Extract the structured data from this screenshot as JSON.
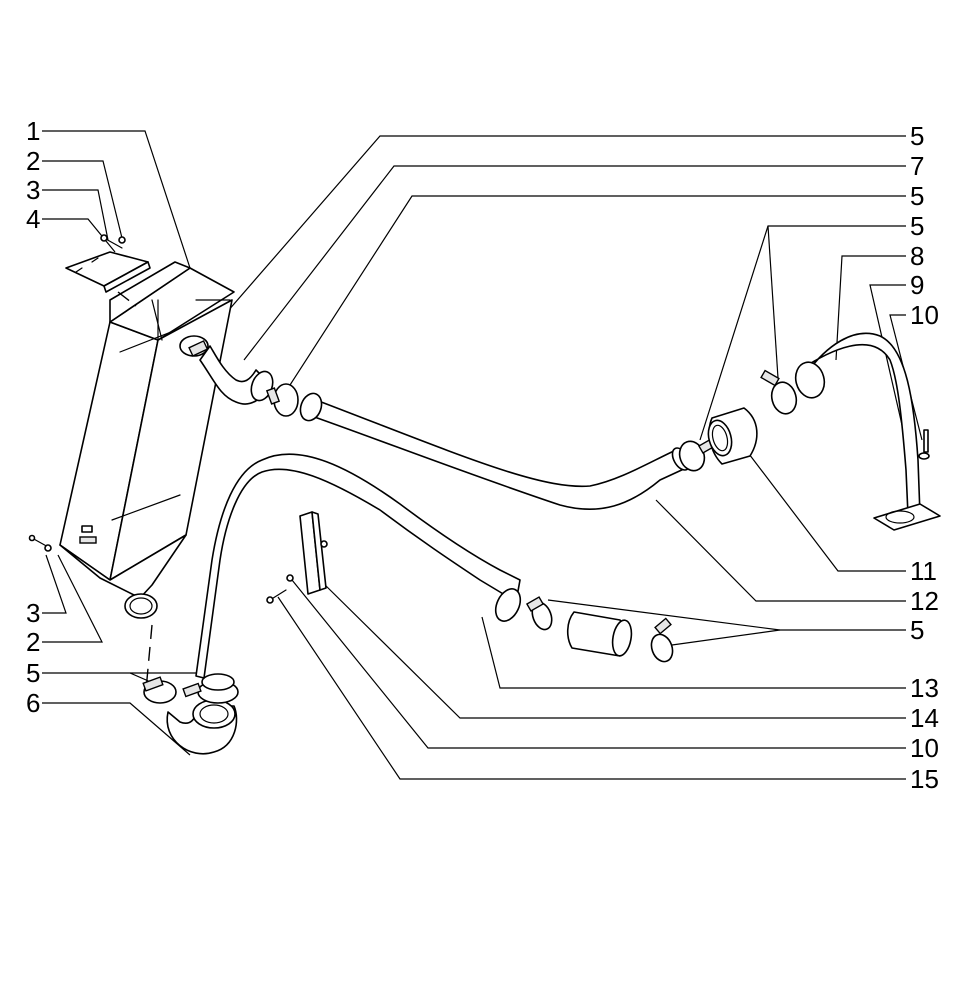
{
  "callouts_left": [
    "1",
    "2",
    "3",
    "4",
    "3",
    "2",
    "5",
    "6"
  ],
  "callouts_right": [
    "5",
    "7",
    "5",
    "5",
    "8",
    "9",
    "10",
    "11",
    "12",
    "5",
    "13",
    "14",
    "10",
    "15"
  ]
}
